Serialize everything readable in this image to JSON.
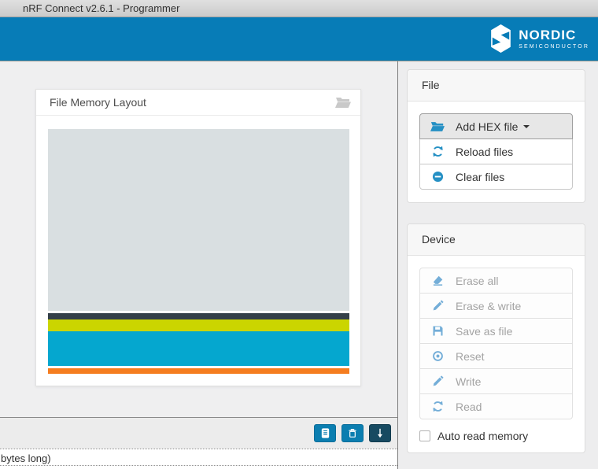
{
  "window": {
    "title": "nRF Connect v2.6.1 - Programmer"
  },
  "brand": {
    "name": "NORDIC",
    "sub": "SEMICONDUCTOR"
  },
  "memory_card": {
    "title": "File Memory Layout",
    "regions": [
      {
        "name": "unwritten-gray-block",
        "color": "#d9dfe1",
        "style": "height:231px;background:#d9dfe1"
      },
      {
        "name": "gap",
        "color": "transparent",
        "style": "height:3px;background:transparent"
      },
      {
        "name": "dark-slate-stripe",
        "color": "#333f48",
        "style": "height:8px;background:#333f48"
      },
      {
        "name": "lime-stripe",
        "color": "#cbd500",
        "style": "height:15px;background:#cbd500"
      },
      {
        "name": "cyan-block",
        "color": "#05a7cf",
        "style": "height:44px;background:#05a7cf"
      },
      {
        "name": "gap",
        "color": "transparent",
        "style": "height:3px;background:transparent"
      },
      {
        "name": "orange-stripe",
        "color": "#f57d20",
        "style": "height:7px;background:#f57d20"
      }
    ]
  },
  "file_panel": {
    "title": "File",
    "buttons": [
      {
        "label": "Add HEX file",
        "icon": "folder-open-icon",
        "has_dropdown": true
      },
      {
        "label": "Reload files",
        "icon": "refresh-icon"
      },
      {
        "label": "Clear files",
        "icon": "minus-circle-icon"
      }
    ]
  },
  "device_panel": {
    "title": "Device",
    "buttons": [
      {
        "label": "Erase all",
        "icon": "eraser-icon",
        "disabled": true
      },
      {
        "label": "Erase & write",
        "icon": "pencil-icon",
        "disabled": true
      },
      {
        "label": "Save as file",
        "icon": "floppy-icon",
        "disabled": true
      },
      {
        "label": "Reset",
        "icon": "reset-target-icon",
        "disabled": true
      },
      {
        "label": "Write",
        "icon": "pencil-icon",
        "disabled": true
      },
      {
        "label": "Read",
        "icon": "refresh-icon",
        "disabled": true
      }
    ],
    "checkbox_label": "Auto read memory",
    "checkbox_checked": false
  },
  "log": {
    "visible_text": "bytes long)",
    "toolbar_buttons": [
      {
        "name": "open-log-file",
        "icon": "log-file-icon"
      },
      {
        "name": "clear-log",
        "icon": "trash-icon"
      },
      {
        "name": "autoscroll",
        "icon": "arrow-down-icon",
        "active": true
      }
    ]
  },
  "colors": {
    "header_blue": "#077cb7",
    "accent_blue": "#2590c4",
    "disabled_icon_blue": "#74aed8",
    "log_button_blue": "#0b7eb0",
    "autoscroll_dark": "#174a61",
    "memory_gray": "#d9dfe1",
    "memory_dark": "#333f48",
    "memory_lime": "#cbd500",
    "memory_cyan": "#05a7cf",
    "memory_orange": "#f57d20"
  }
}
